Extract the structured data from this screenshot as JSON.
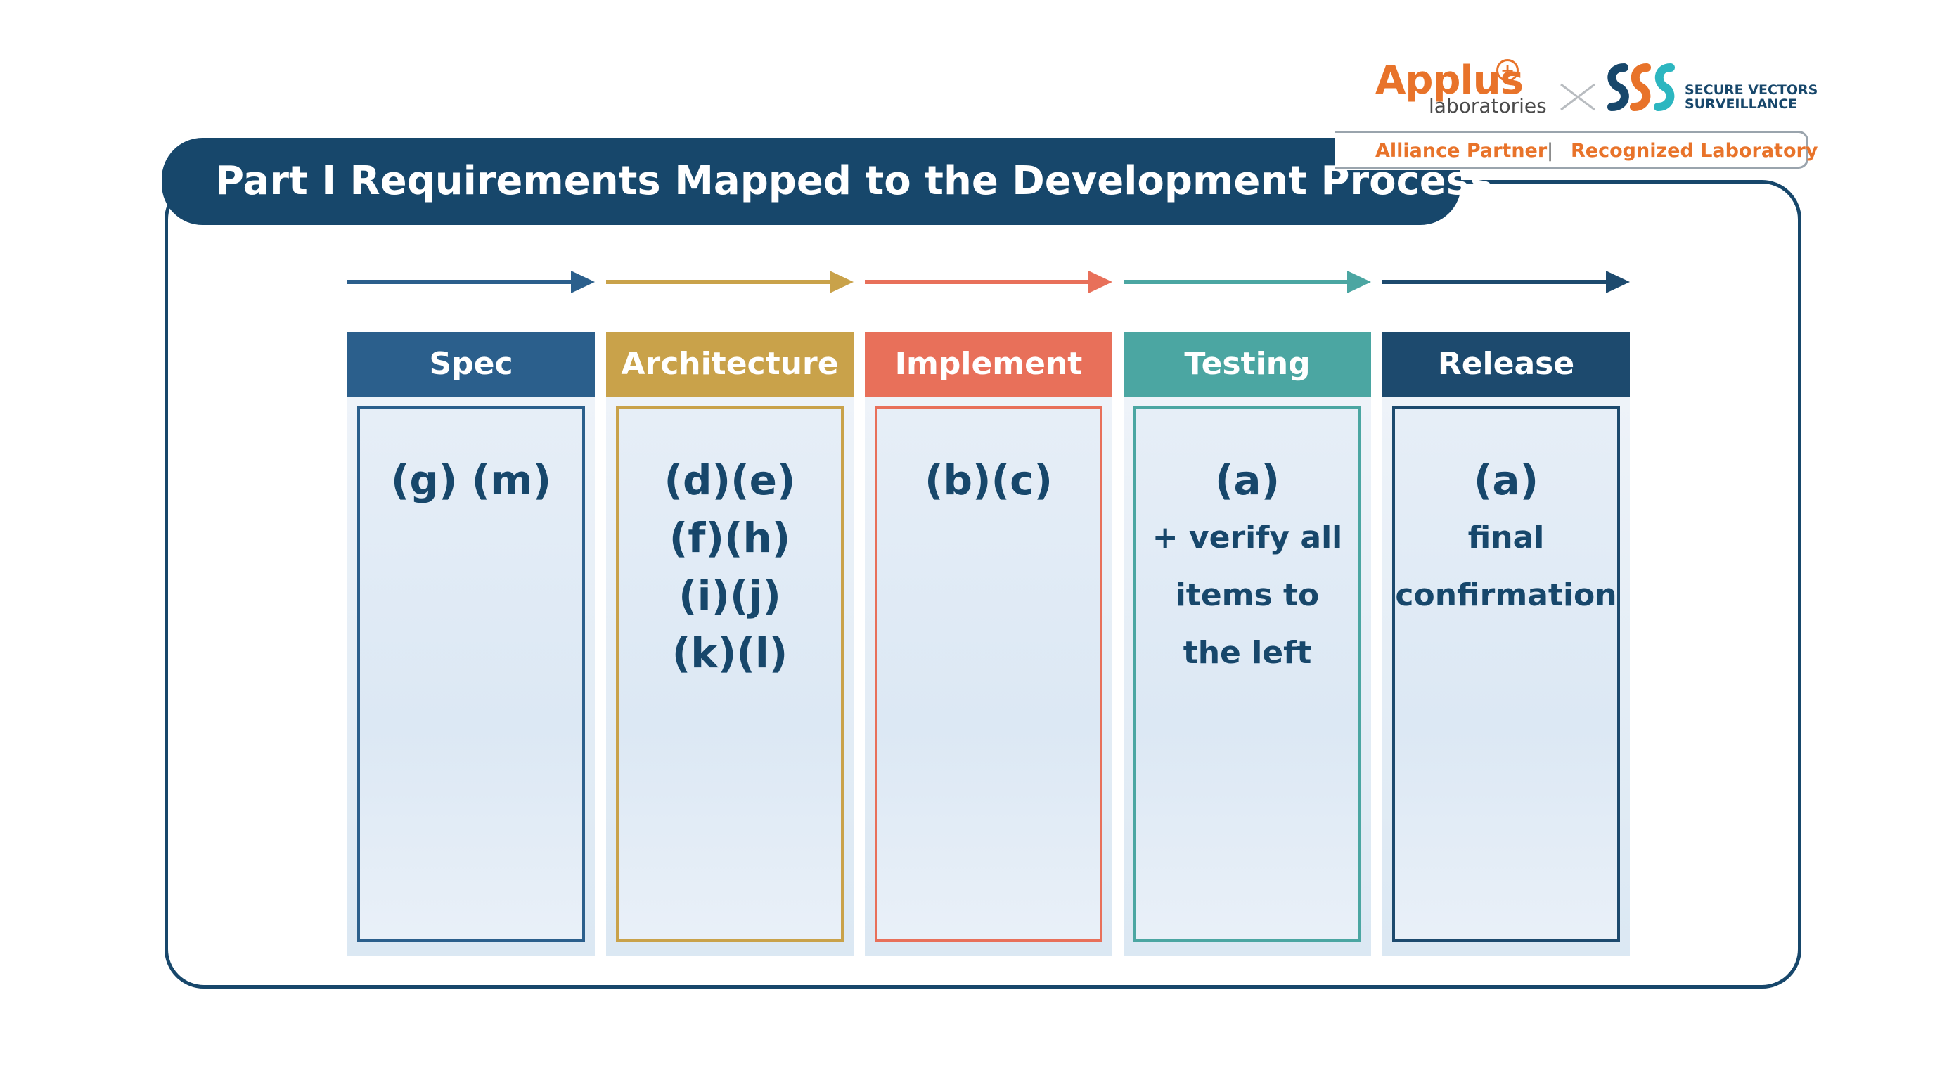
{
  "title": "Part I Requirements Mapped to the Development Process",
  "logos": {
    "applus_word": "Applus",
    "applus_sub": "laboratories",
    "svs_line1": "SECURE VECTORS",
    "svs_line2": "SURVEILLANCE",
    "alliance": "Alliance Partner",
    "separator": "|",
    "recognized": "Recognized Laboratory"
  },
  "stages": [
    {
      "label": "Spec",
      "codes": "(g) (m)",
      "note": "",
      "color": "#2b5f8c"
    },
    {
      "label": "Architecture",
      "codes": "(d)(e)\n(f)(h)\n(i)(j)\n(k)(l)",
      "note": "",
      "color": "#c9a24a"
    },
    {
      "label": "Implement",
      "codes": "(b)(c)",
      "note": "",
      "color": "#e8705a"
    },
    {
      "label": "Testing",
      "codes": "(a)",
      "note": "+ verify all\nitems to\nthe left",
      "color": "#4ba6a2"
    },
    {
      "label": "Release",
      "codes": "(a)",
      "note": "final\nconfirmation",
      "color": "#1d4a6e"
    }
  ]
}
